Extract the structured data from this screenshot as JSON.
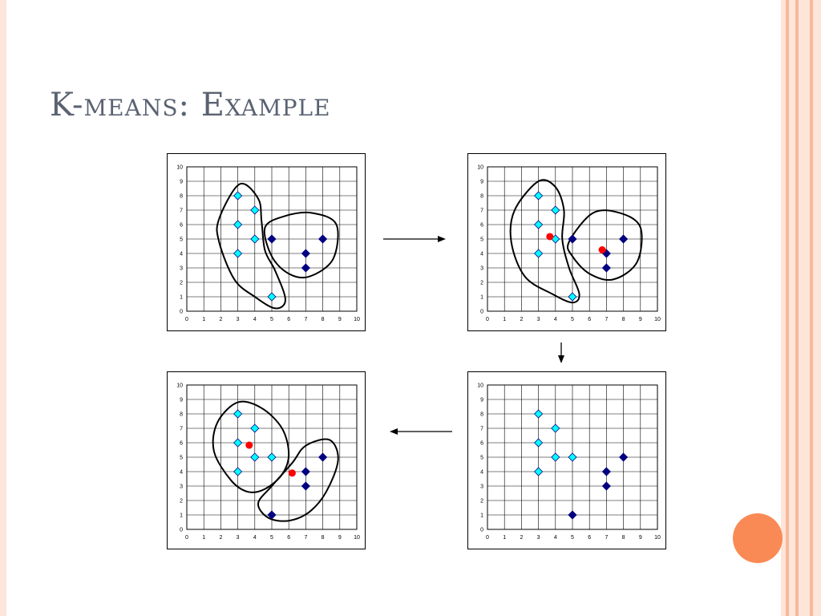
{
  "slide": {
    "title": "K-means: Example",
    "accent_dot_color": "#fa8a55",
    "border_color": "#fde5da",
    "stripe_colors": [
      "#fde5da",
      "#f9b89a",
      "#fde5da",
      "#f9b89a",
      "#fde5da",
      "#f9b89a",
      "#fde5da"
    ]
  },
  "chart_data": [
    {
      "type": "scatter",
      "panel": "step-1",
      "xlim": [
        0,
        10
      ],
      "ylim": [
        0,
        10
      ],
      "xticks": [
        "0",
        "1",
        "2",
        "3",
        "4",
        "5",
        "6",
        "7",
        "8",
        "9",
        "10"
      ],
      "yticks": [
        "0",
        "1",
        "2",
        "3",
        "4",
        "5",
        "6",
        "7",
        "8",
        "9",
        "10"
      ],
      "grid": true,
      "series": [
        {
          "marker": "diamond",
          "color": "#00ffff",
          "points": [
            [
              3,
              8
            ],
            [
              4,
              7
            ],
            [
              3,
              6
            ],
            [
              4,
              5
            ],
            [
              3,
              4
            ],
            [
              5,
              1
            ]
          ]
        },
        {
          "marker": "diamond",
          "color": "#000080",
          "points": [
            [
              5,
              5
            ],
            [
              8,
              5
            ],
            [
              7,
              4
            ],
            [
              7,
              3
            ]
          ]
        }
      ],
      "centroids": [],
      "clusters_outlined": 2
    },
    {
      "type": "scatter",
      "panel": "step-2",
      "xlim": [
        0,
        10
      ],
      "ylim": [
        0,
        10
      ],
      "xticks": [
        "0",
        "1",
        "2",
        "3",
        "4",
        "5",
        "6",
        "7",
        "8",
        "9",
        "10"
      ],
      "yticks": [
        "0",
        "1",
        "2",
        "3",
        "4",
        "5",
        "6",
        "7",
        "8",
        "9",
        "10"
      ],
      "grid": true,
      "series": [
        {
          "marker": "diamond",
          "color": "#00ffff",
          "points": [
            [
              3,
              8
            ],
            [
              4,
              7
            ],
            [
              3,
              6
            ],
            [
              4,
              5
            ],
            [
              3,
              4
            ],
            [
              5,
              1
            ]
          ]
        },
        {
          "marker": "diamond",
          "color": "#000080",
          "points": [
            [
              5,
              5
            ],
            [
              8,
              5
            ],
            [
              7,
              4
            ],
            [
              7,
              3
            ]
          ]
        }
      ],
      "centroids": [
        {
          "color": "#ff0000",
          "point": [
            3.67,
            5.17
          ]
        },
        {
          "color": "#ff0000",
          "point": [
            6.75,
            4.25
          ]
        }
      ],
      "clusters_outlined": 2
    },
    {
      "type": "scatter",
      "panel": "step-3",
      "xlim": [
        0,
        10
      ],
      "ylim": [
        0,
        10
      ],
      "xticks": [
        "0",
        "1",
        "2",
        "3",
        "4",
        "5",
        "6",
        "7",
        "8",
        "9",
        "10"
      ],
      "yticks": [
        "0",
        "1",
        "2",
        "3",
        "4",
        "5",
        "6",
        "7",
        "8",
        "9",
        "10"
      ],
      "grid": true,
      "series": [
        {
          "marker": "diamond",
          "color": "#00ffff",
          "points": [
            [
              3,
              8
            ],
            [
              4,
              7
            ],
            [
              3,
              6
            ],
            [
              4,
              5
            ],
            [
              3,
              4
            ],
            [
              5,
              5
            ]
          ]
        },
        {
          "marker": "diamond",
          "color": "#000080",
          "points": [
            [
              8,
              5
            ],
            [
              7,
              4
            ],
            [
              7,
              3
            ],
            [
              5,
              1
            ]
          ]
        }
      ],
      "centroids": [],
      "clusters_outlined": 0
    },
    {
      "type": "scatter",
      "panel": "step-4",
      "xlim": [
        0,
        10
      ],
      "ylim": [
        0,
        10
      ],
      "xticks": [
        "0",
        "1",
        "2",
        "3",
        "4",
        "5",
        "6",
        "7",
        "8",
        "9",
        "10"
      ],
      "yticks": [
        "0",
        "1",
        "2",
        "3",
        "4",
        "5",
        "6",
        "7",
        "8",
        "9",
        "10"
      ],
      "grid": true,
      "series": [
        {
          "marker": "diamond",
          "color": "#00ffff",
          "points": [
            [
              3,
              8
            ],
            [
              4,
              7
            ],
            [
              3,
              6
            ],
            [
              4,
              5
            ],
            [
              3,
              4
            ],
            [
              5,
              5
            ]
          ]
        },
        {
          "marker": "diamond",
          "color": "#000080",
          "points": [
            [
              8,
              5
            ],
            [
              7,
              4
            ],
            [
              7,
              3
            ],
            [
              5,
              1
            ]
          ]
        }
      ],
      "centroids": [
        {
          "color": "#ff0000",
          "point": [
            3.67,
            5.83
          ]
        },
        {
          "color": "#ff0000",
          "point": [
            6.2,
            3.9
          ]
        }
      ],
      "clusters_outlined": 2
    }
  ]
}
